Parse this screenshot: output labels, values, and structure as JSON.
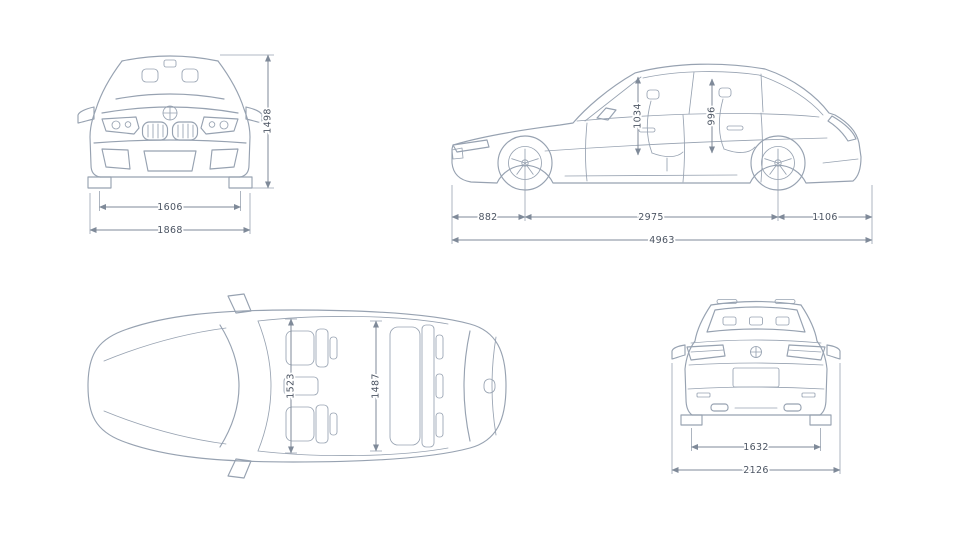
{
  "style": {
    "background": "#ffffff",
    "car_line_color": "#97a2b1",
    "dimension_line_color": "#7f8a99",
    "dimension_text_color": "#4c5563"
  },
  "views": {
    "front": {
      "dims": {
        "overall_height": "1498",
        "front_track": "1606",
        "body_width": "1868"
      }
    },
    "side": {
      "dims": {
        "front_headroom": "1034",
        "rear_headroom": "996",
        "front_overhang": "882",
        "wheelbase": "2975",
        "rear_overhang": "1106",
        "overall_length": "4963"
      }
    },
    "top": {
      "dims": {
        "interior_width_front": "1523",
        "interior_width_rear": "1487"
      }
    },
    "rear": {
      "dims": {
        "rear_track": "1632",
        "width_incl_mirrors": "2126"
      }
    }
  }
}
